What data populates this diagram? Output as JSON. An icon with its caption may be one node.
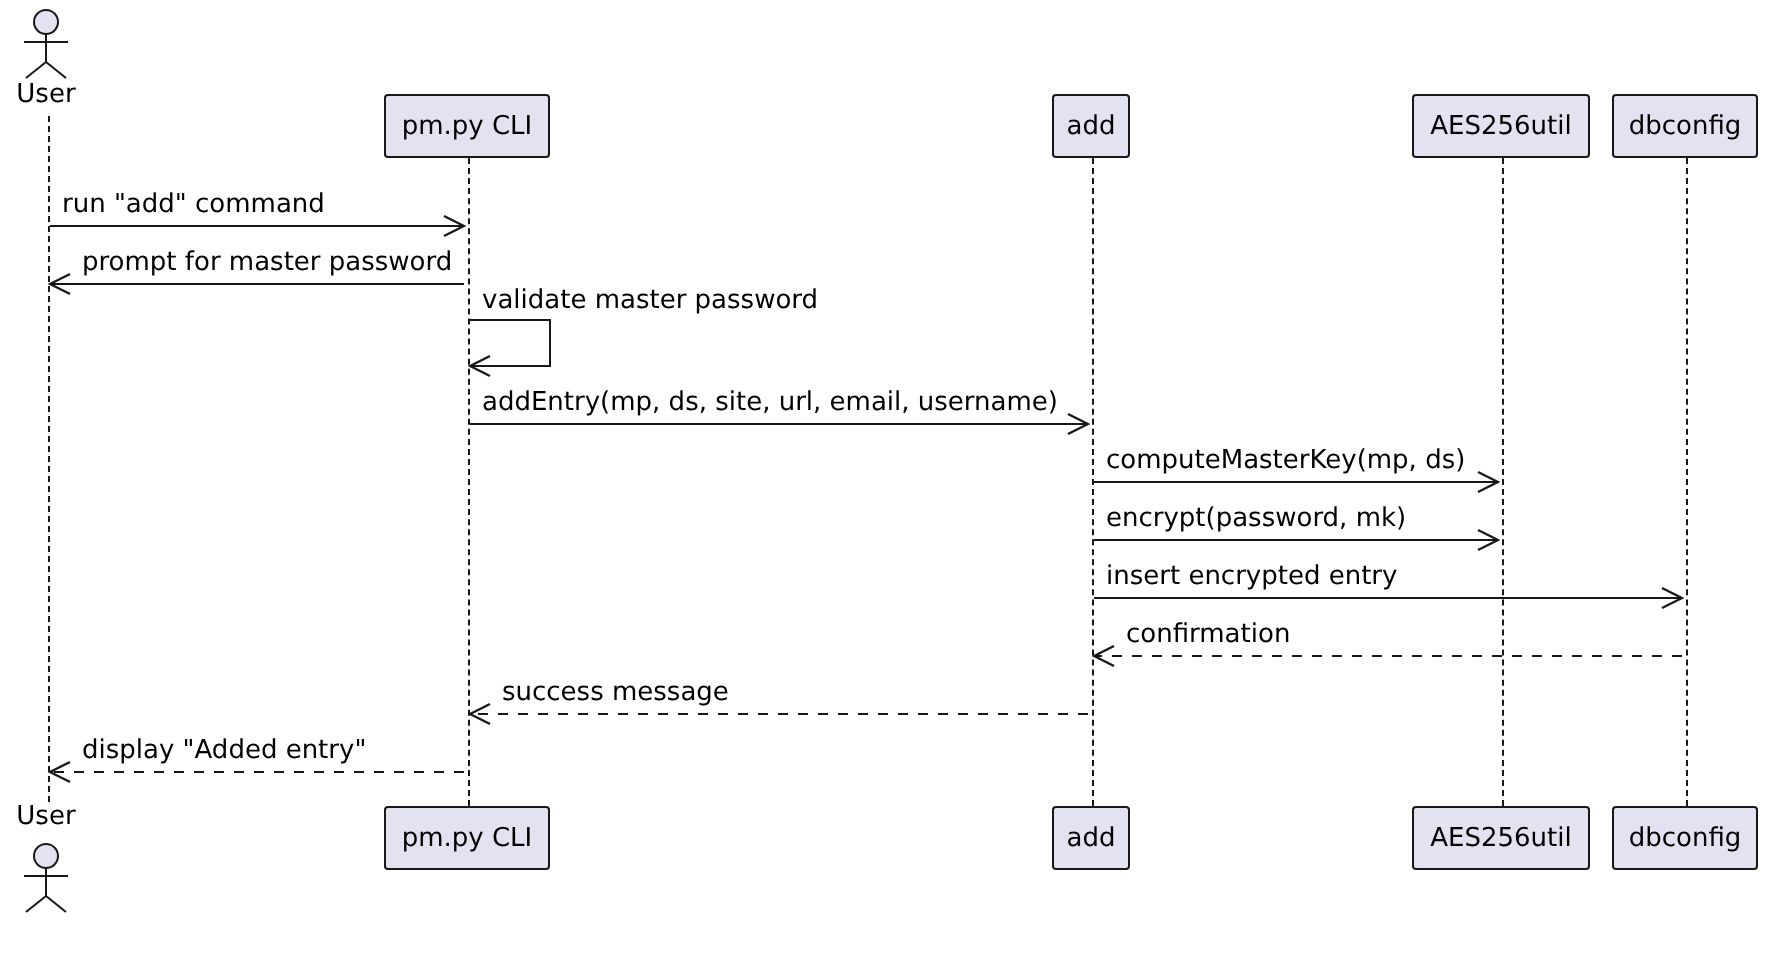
{
  "diagram": {
    "nodes": [
      {
        "text": [
          "User"
        ]
      },
      {
        "text": [
          "pm.py CLI"
        ]
      },
      {
        "text": [
          "add"
        ]
      },
      {
        "text": [
          "AES256util"
        ]
      },
      {
        "text": [
          "dbconfig"
        ]
      },
      {
        "text": [
          "User"
        ]
      },
      {
        "text": [
          "pm.py CLI"
        ]
      },
      {
        "text": [
          "add"
        ]
      },
      {
        "text": [
          "AES256util"
        ]
      },
      {
        "text": [
          "dbconfig"
        ]
      },
      {
        "text": [],
        "shape": "line"
      },
      {
        "text": [],
        "shape": "line"
      },
      {
        "text": [],
        "shape": "line"
      },
      {
        "text": [],
        "shape": "line"
      },
      {
        "text": [],
        "shape": "line"
      }
    ],
    "edges": [
      {
        "from": 10,
        "to": 11,
        "arrow": "to",
        "label": "run \"add\" command"
      },
      {
        "from": 11,
        "to": 10,
        "arrow": "to",
        "label": "prompt for master password"
      },
      {
        "from": 11,
        "to": 11,
        "arrow": "to",
        "label": "validate master password"
      },
      {
        "from": 11,
        "to": 12,
        "arrow": "to",
        "label": "addEntry(mp, ds, site, url, email, username)"
      },
      {
        "from": 12,
        "to": 13,
        "arrow": "to",
        "label": "computeMasterKey(mp, ds)"
      },
      {
        "from": 12,
        "to": 13,
        "arrow": "to",
        "label": "encrypt(password, mk)"
      },
      {
        "from": 12,
        "to": 14,
        "arrow": "to",
        "label": "insert encrypted entry"
      },
      {
        "from": 14,
        "to": 12,
        "arrow": "to",
        "label": "confirmation",
        "style": "dashed"
      },
      {
        "from": 12,
        "to": 11,
        "arrow": "to",
        "label": "success message",
        "style": "dashed"
      },
      {
        "from": 11,
        "to": 10,
        "arrow": "to",
        "label": "display \"Added entry\"",
        "style": "dashed"
      }
    ]
  }
}
